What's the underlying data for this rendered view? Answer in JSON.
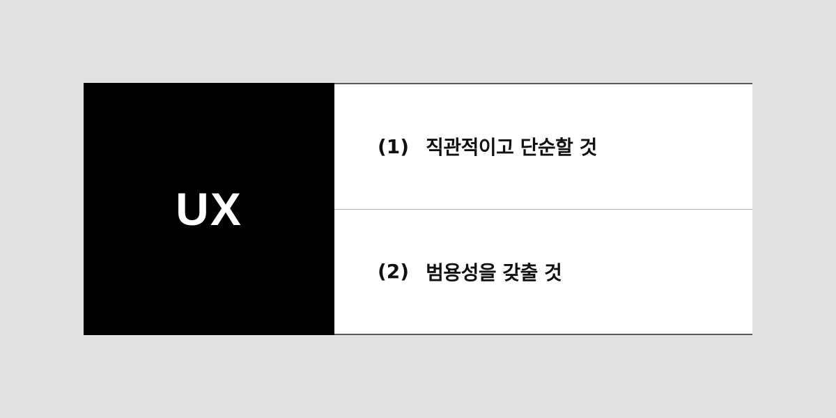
{
  "left": {
    "title": "UX"
  },
  "items": [
    {
      "number": "(1)",
      "text": "직관적이고 단순할 것"
    },
    {
      "number": "(2)",
      "text": "범용성을 갖출 것"
    }
  ],
  "colors": {
    "background": "#e1e1e1",
    "left_block": "#000000",
    "left_text": "#ffffff",
    "right_block": "#ffffff",
    "text": "#111111",
    "outer_border": "#5a5a5a",
    "divider": "#b4b4b4"
  }
}
